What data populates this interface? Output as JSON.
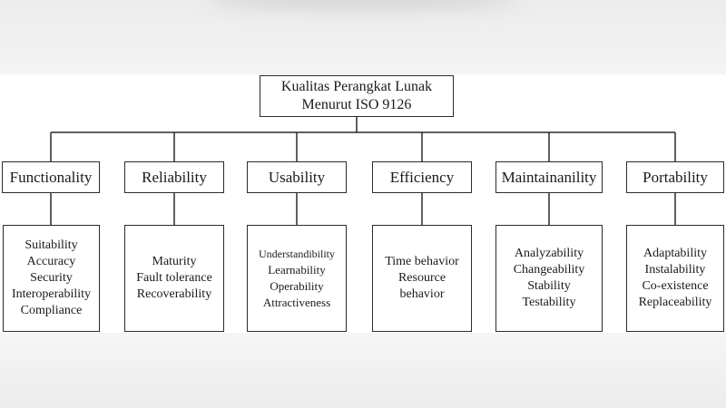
{
  "root": {
    "line1": "Kualitas Perangkat Lunak",
    "line2": "Menurut ISO 9126"
  },
  "categories": [
    {
      "name": "Functionality",
      "items": [
        "Suitability",
        "Accuracy",
        "Security",
        "Interoperability",
        "Compliance"
      ]
    },
    {
      "name": "Reliability",
      "items": [
        "Maturity",
        "Fault tolerance",
        "Recoverability"
      ]
    },
    {
      "name": "Usability",
      "items": [
        "Understandibility",
        "Learnability",
        "Operability",
        "Attractiveness"
      ]
    },
    {
      "name": "Efficiency",
      "items": [
        "Time behavior",
        "Resource",
        "behavior"
      ]
    },
    {
      "name": "Maintainanility",
      "items": [
        "Analyzability",
        "Changeability",
        "Stability",
        "Testability"
      ]
    },
    {
      "name": "Portability",
      "items": [
        "Adaptability",
        "Instalability",
        "Co-existence",
        "Replaceability"
      ]
    }
  ]
}
